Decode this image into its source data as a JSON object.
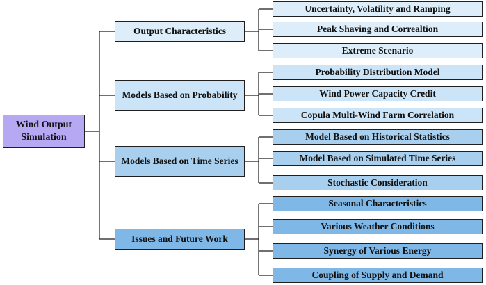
{
  "root": {
    "label": "Wind Output Simulation",
    "color": "#b7a8f4"
  },
  "branches": [
    {
      "label": "Output Characteristics",
      "color": "#ddeefa",
      "children": [
        {
          "label": "Uncertainty, Volatility and Ramping"
        },
        {
          "label": "Peak Shaving and Correaltion"
        },
        {
          "label": "Extreme Scenario"
        }
      ]
    },
    {
      "label": "Models Based on Probability",
      "color": "#cce4f7",
      "children": [
        {
          "label": "Probability Distribution Model"
        },
        {
          "label": "Wind Power Capacity Credit"
        },
        {
          "label": "Copula Multi-Wind Farm Correlation"
        }
      ]
    },
    {
      "label": "Models Based on Time Series",
      "color": "#a9cfee",
      "children": [
        {
          "label": "Model Based on Historical Statistics"
        },
        {
          "label": "Model Based on Simulated Time Series"
        },
        {
          "label": "Stochastic Consideration"
        }
      ]
    },
    {
      "label": "Issues and Future Work",
      "color": "#7fb7e6",
      "children": [
        {
          "label": "Seasonal Characteristics"
        },
        {
          "label": "Various Weather Conditions"
        },
        {
          "label": "Synergy of Various Energy"
        },
        {
          "label": "Coupling of Supply and Demand"
        }
      ]
    }
  ]
}
